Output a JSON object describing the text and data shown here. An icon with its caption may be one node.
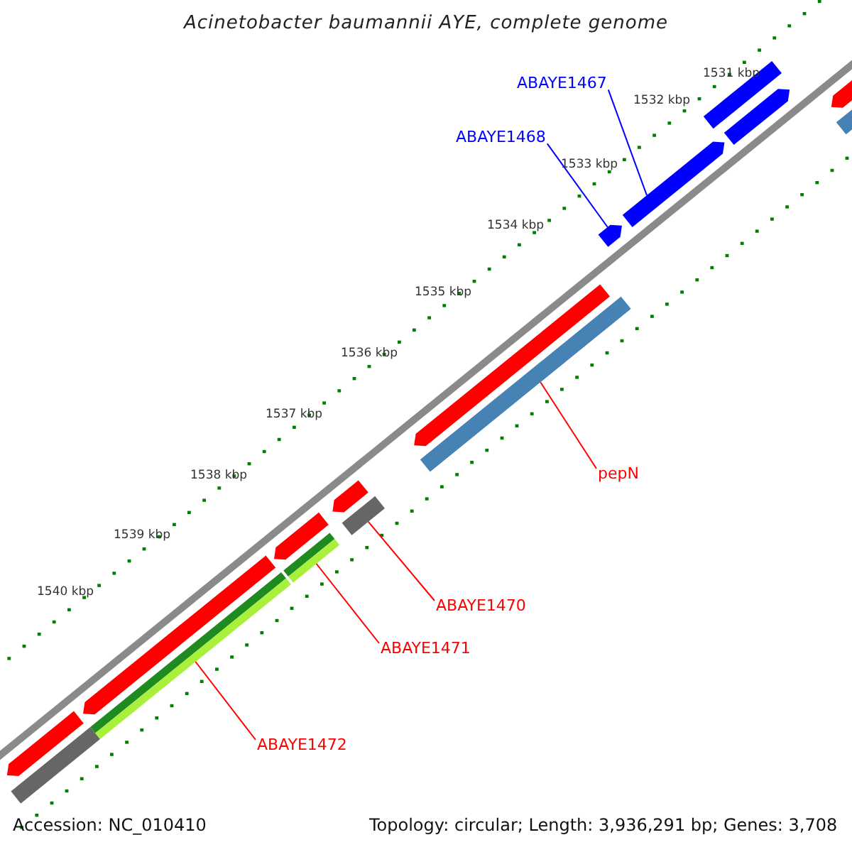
{
  "diagram": {
    "title": "Acinetobacter baumannii AYE, complete genome",
    "nodes": [
      {
        "text": [
          "ABAYE1467"
        ]
      },
      {
        "text": [
          "ABAYE1468"
        ]
      },
      {
        "text": [
          "pepN"
        ]
      },
      {
        "text": [
          "ABAYE1470"
        ]
      },
      {
        "text": [
          "ABAYE1471"
        ]
      },
      {
        "text": [
          "ABAYE1472"
        ]
      },
      {
        "text": [],
        "shape": "arrow"
      },
      {
        "text": [],
        "shape": "arrow"
      },
      {
        "text": [],
        "shape": "bar"
      },
      {
        "text": [],
        "shape": "bar"
      },
      {
        "text": [],
        "shape": "bar"
      },
      {
        "text": [],
        "shape": "bar"
      },
      {
        "text": [],
        "shape": "arrow"
      },
      {
        "text": [],
        "shape": "bar"
      },
      {
        "text": [],
        "shape": "bar"
      },
      {
        "text": [],
        "shape": "arrow"
      },
      {
        "text": [],
        "shape": "arrow"
      },
      {
        "text": [],
        "shape": "arrow"
      },
      {
        "text": [],
        "shape": "arrow"
      },
      {
        "text": [],
        "shape": "arrow"
      },
      {
        "text": [],
        "shape": "arrow"
      },
      {
        "text": [],
        "shape": "bar"
      },
      {
        "text": [],
        "shape": "bar"
      },
      {
        "text": [],
        "shape": "bar"
      }
    ],
    "edges": [
      {
        "from": 0,
        "to": 6,
        "arrow": "none",
        "color": "#0000ff"
      },
      {
        "from": 1,
        "to": 7,
        "arrow": "none",
        "color": "#0000ff"
      },
      {
        "from": 2,
        "to": 8,
        "arrow": "none"
      },
      {
        "from": 3,
        "to": 9,
        "arrow": "none"
      },
      {
        "from": 4,
        "to": 10,
        "arrow": "none"
      },
      {
        "from": 5,
        "to": 11,
        "arrow": "none"
      }
    ],
    "labels": [
      "1531 kbp",
      "1532 kbp",
      "1533 kbp",
      "1534 kbp",
      "1535 kbp",
      "1536 kbp",
      "1537 kbp",
      "1538 kbp",
      "1539 kbp",
      "1540 kbp",
      "Accession: NC_010410",
      "Topology: circular; Length: 3,936,291 bp; Genes: 3,708"
    ]
  }
}
